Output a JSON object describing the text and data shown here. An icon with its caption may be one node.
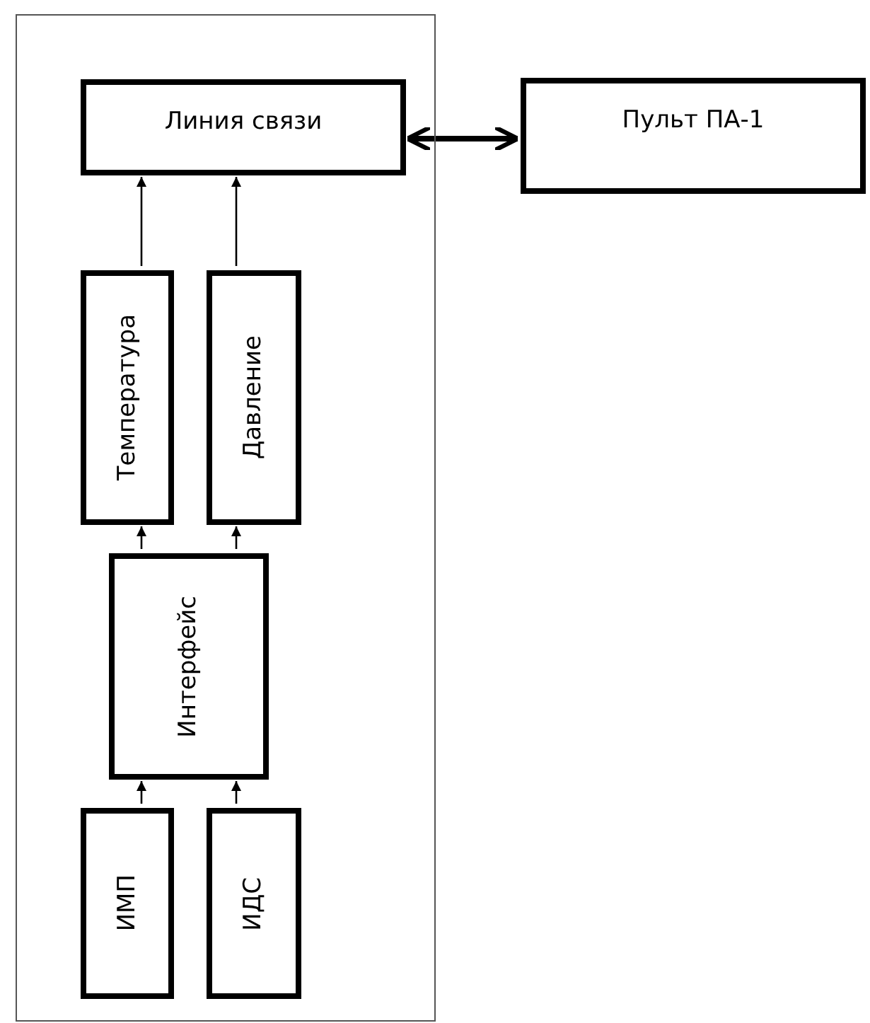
{
  "diagram": {
    "nodes": [
      {
        "text": [],
        "shape": "box"
      },
      {
        "text": [
          "Линия связи"
        ],
        "in": 0
      },
      {
        "text": [
          "Пульт ПА-1"
        ]
      },
      {
        "text": [
          "Температура"
        ],
        "in": 0
      },
      {
        "text": [
          "Давление"
        ],
        "in": 0
      },
      {
        "text": [
          "Интерфейс"
        ],
        "in": 0
      },
      {
        "text": [
          "ИМП"
        ],
        "in": 0
      },
      {
        "text": [
          "ИДС"
        ],
        "in": 0
      }
    ],
    "edges": [
      {
        "from": 1,
        "to": 2,
        "arrow": "both",
        "style": "thick"
      },
      {
        "from": 3,
        "to": 1,
        "arrow": "to"
      },
      {
        "from": 4,
        "to": 1,
        "arrow": "to"
      },
      {
        "from": 5,
        "to": 3,
        "arrow": "to"
      },
      {
        "from": 5,
        "to": 4,
        "arrow": "to"
      },
      {
        "from": 6,
        "to": 5,
        "arrow": "to"
      },
      {
        "from": 7,
        "to": 5,
        "arrow": "to"
      }
    ]
  }
}
